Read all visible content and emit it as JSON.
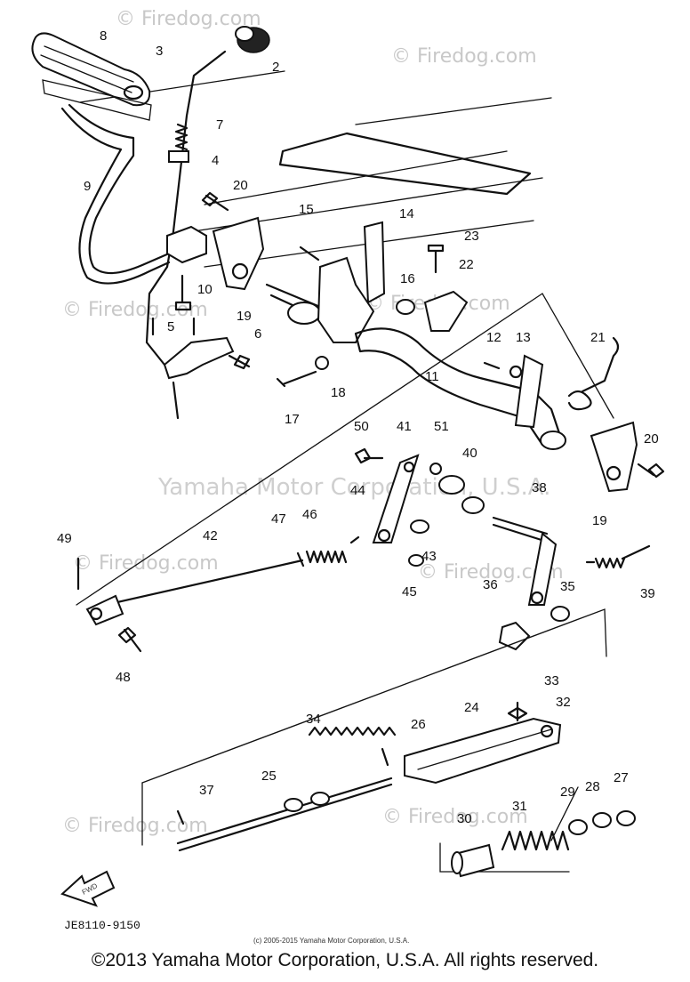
{
  "watermarks": {
    "brand": "© Firedog.com",
    "center": "Yamaha Motor Corporation, U.S.A."
  },
  "labels": [
    "8",
    "3",
    "2",
    "7",
    "4",
    "9",
    "20",
    "15",
    "14",
    "23",
    "22",
    "16",
    "10",
    "19",
    "5",
    "6",
    "12",
    "13",
    "21",
    "11",
    "18",
    "17",
    "50",
    "41",
    "51",
    "40",
    "44",
    "38",
    "47",
    "46",
    "49",
    "42",
    "43",
    "45",
    "36",
    "35",
    "39",
    "48",
    "33",
    "34",
    "26",
    "24",
    "32",
    "37",
    "25",
    "29",
    "28",
    "27",
    "30",
    "31",
    "20",
    "19"
  ],
  "doc_code": "JE8110-9150",
  "small_copyright": "(c) 2005-2015 Yamaha Motor Corporation, U.S.A.",
  "fwd_label": "FWD",
  "footer": "©2013 Yamaha Motor Corporation, U.S.A. All rights reserved."
}
